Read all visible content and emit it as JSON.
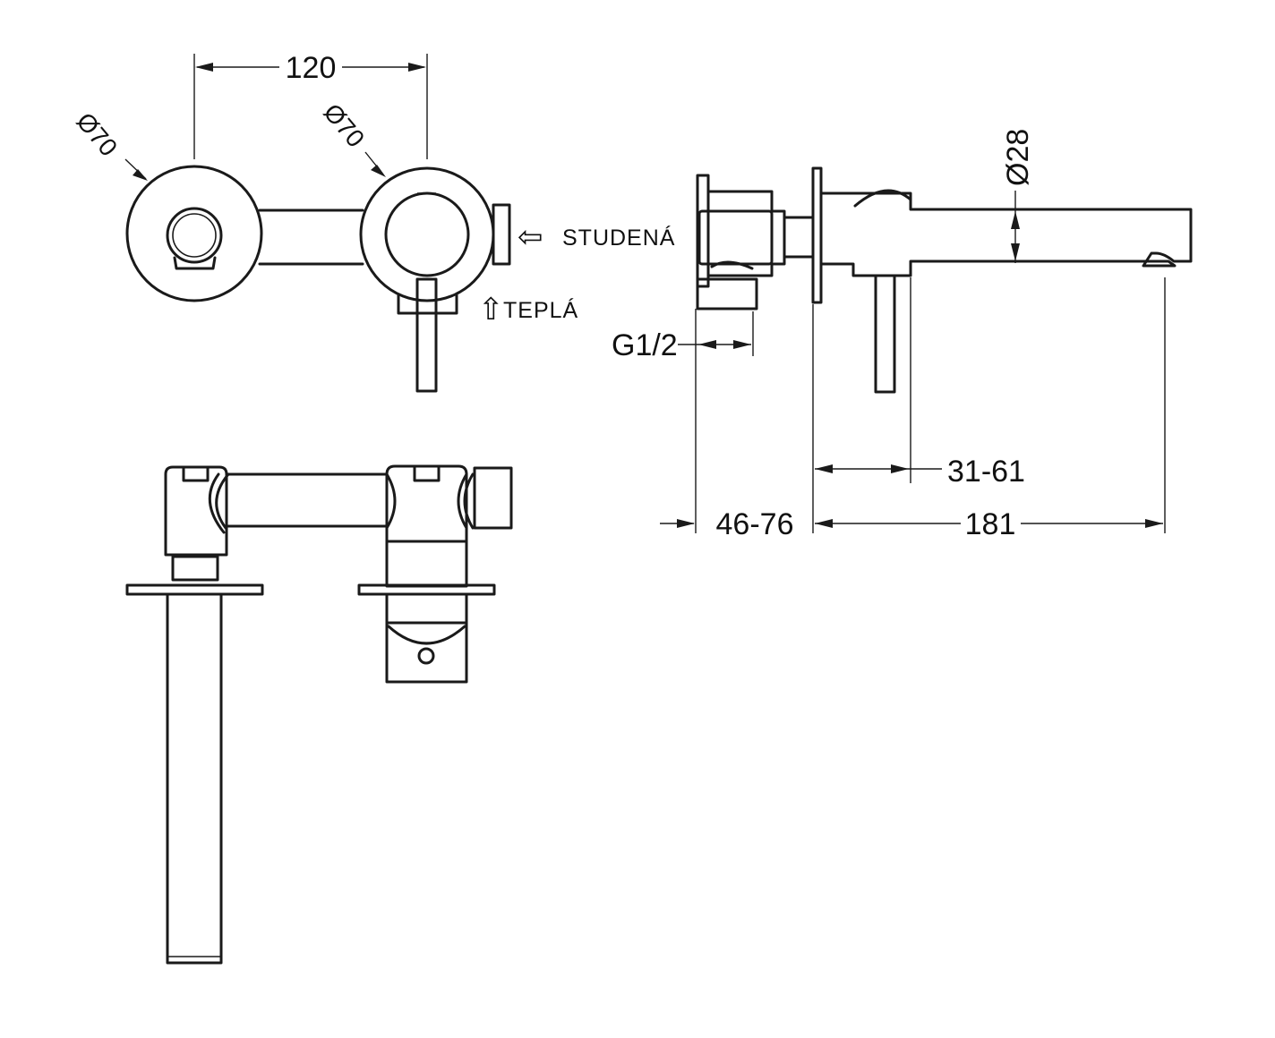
{
  "dimensions": {
    "width_between_centers": "120",
    "left_rosette_diameter": "Ø70",
    "right_rosette_diameter": "Ø70",
    "spout_diameter": "Ø28",
    "thread": "G1/2",
    "wall_adjustment": "31-61",
    "body_depth": "46-76",
    "spout_projection": "181"
  },
  "labels": {
    "cold": "STUDENÁ",
    "hot": "TEPLÁ"
  },
  "symbols": {
    "cold_arrow": "⇦",
    "hot_arrow": "⇧"
  },
  "colors": {
    "line": "#1a1a1a",
    "background": "#ffffff"
  }
}
